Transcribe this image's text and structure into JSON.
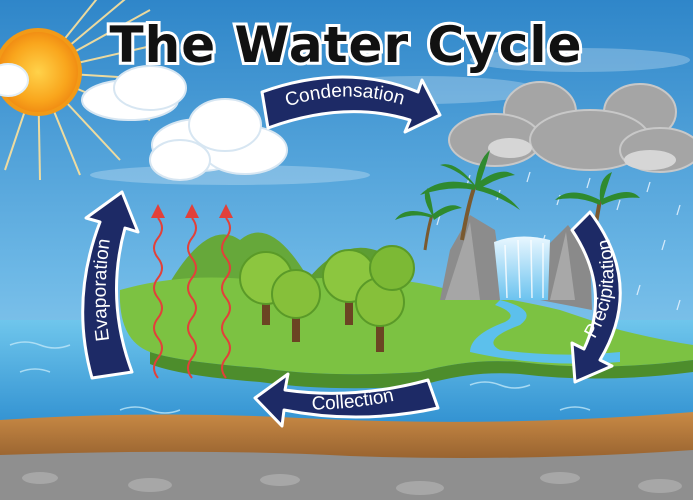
{
  "title": "The Water Cycle",
  "stages": {
    "condensation": "Condensation",
    "precipitation": "Precipitation",
    "collection": "Collection",
    "evaporation": "Evaporation"
  },
  "colors": {
    "sky_top": "#2f86c9",
    "sky_bottom": "#9cd3f0",
    "arrow_fill": "#1d2a66",
    "arrow_outline": "#ffffff",
    "sun": "#f7a21b",
    "grass": "#7cc242",
    "water": "#3aa6dc",
    "soil": "#b5773d",
    "vapor_arrow": "#e2403a",
    "rain_cloud": "#9d9d9d"
  },
  "icons": [
    "sun-icon",
    "white-cloud-icon",
    "rain-cloud-icon",
    "tree-icon",
    "palm-tree-icon",
    "waterfall-icon",
    "vapor-arrow-icon"
  ]
}
